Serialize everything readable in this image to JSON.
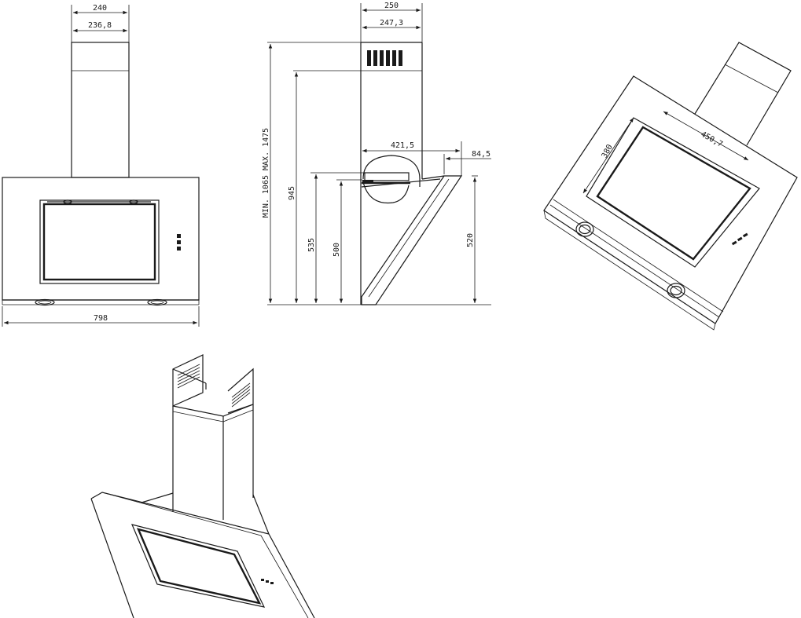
{
  "front_view": {
    "chimney_outer_width": "240",
    "chimney_inner_width": "236,8",
    "overall_width": "798"
  },
  "side_view": {
    "chimney_outer_depth": "250",
    "chimney_inner_depth": "247,3",
    "glass_depth": "421,5",
    "glass_offset": "84,5",
    "total_height_range": "MIN. 1065  MAX. 1475",
    "height_945": "945",
    "height_535": "535",
    "height_500": "500",
    "glass_height": "520"
  },
  "iso_view": {
    "filter_height": "380",
    "filter_width": "450,7"
  },
  "colors": {
    "line": "#1a1a1a",
    "background": "#ffffff"
  }
}
